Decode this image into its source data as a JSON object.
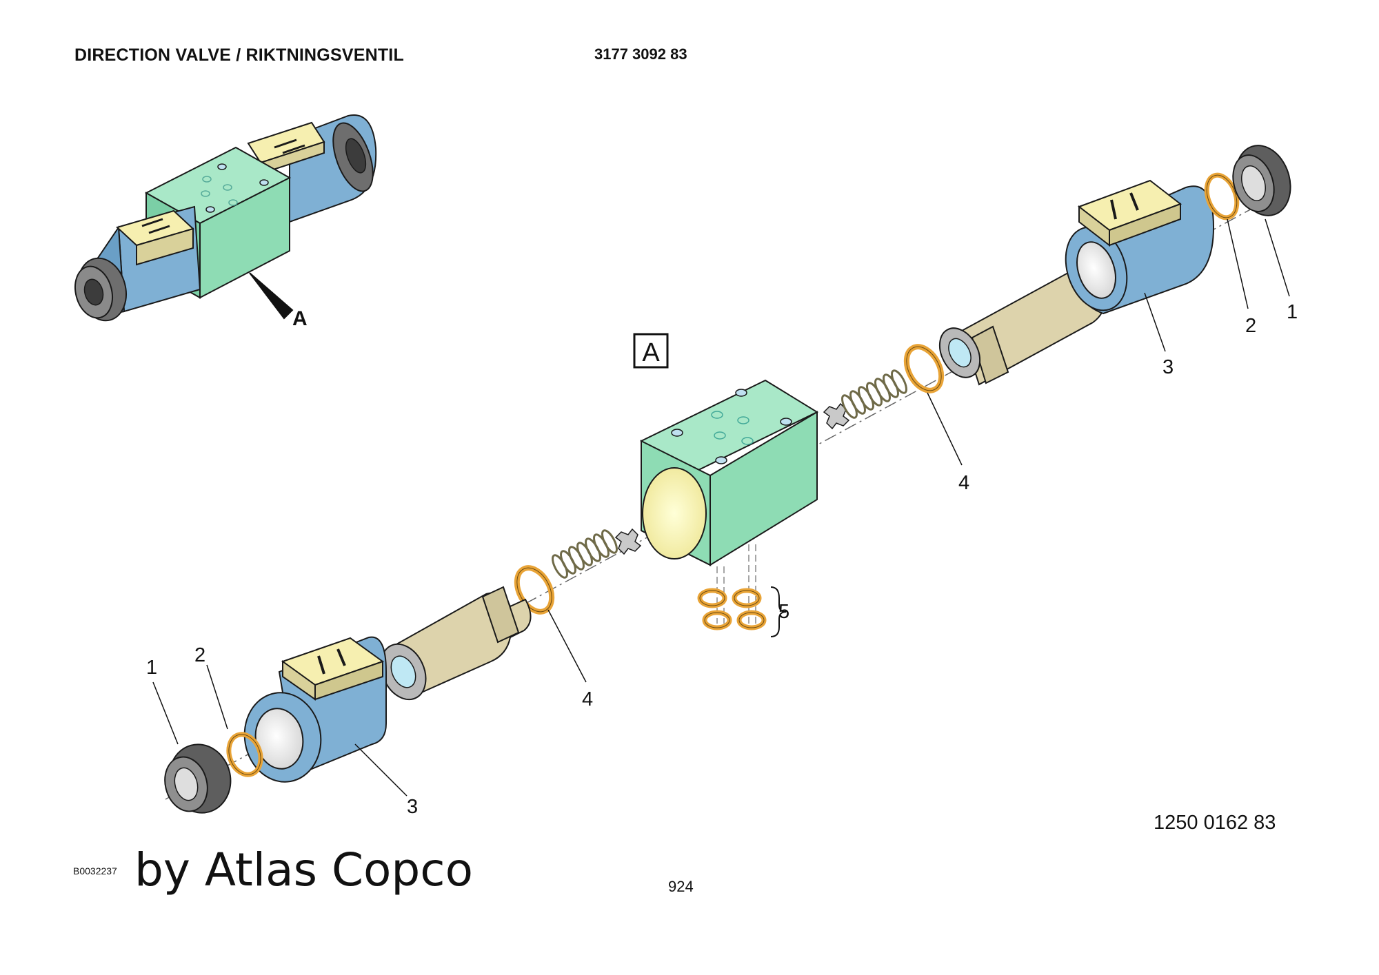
{
  "header": {
    "title": "DIRECTION VALVE / RIKTNINGSVENTIL",
    "part_number": "3177 3092 83"
  },
  "view": {
    "pointer_label": "A",
    "detail_label": "A"
  },
  "callouts": {
    "nut": "1",
    "o_ring": "2",
    "coil": "3",
    "seal": "4",
    "port_seals": "5"
  },
  "footer": {
    "assembly_number": "1250 0162 83",
    "image_code": "B0032237",
    "brand": "by Atlas Copco",
    "page_number": "924"
  },
  "colors": {
    "body_green": "#8edcb4",
    "coil_blue": "#7fb0d4",
    "connector_yellow": "#f6efb0",
    "seal_orange": "#e9a437",
    "tube_beige": "#ddd3ac",
    "nut_gray": "#5e5e5e"
  }
}
